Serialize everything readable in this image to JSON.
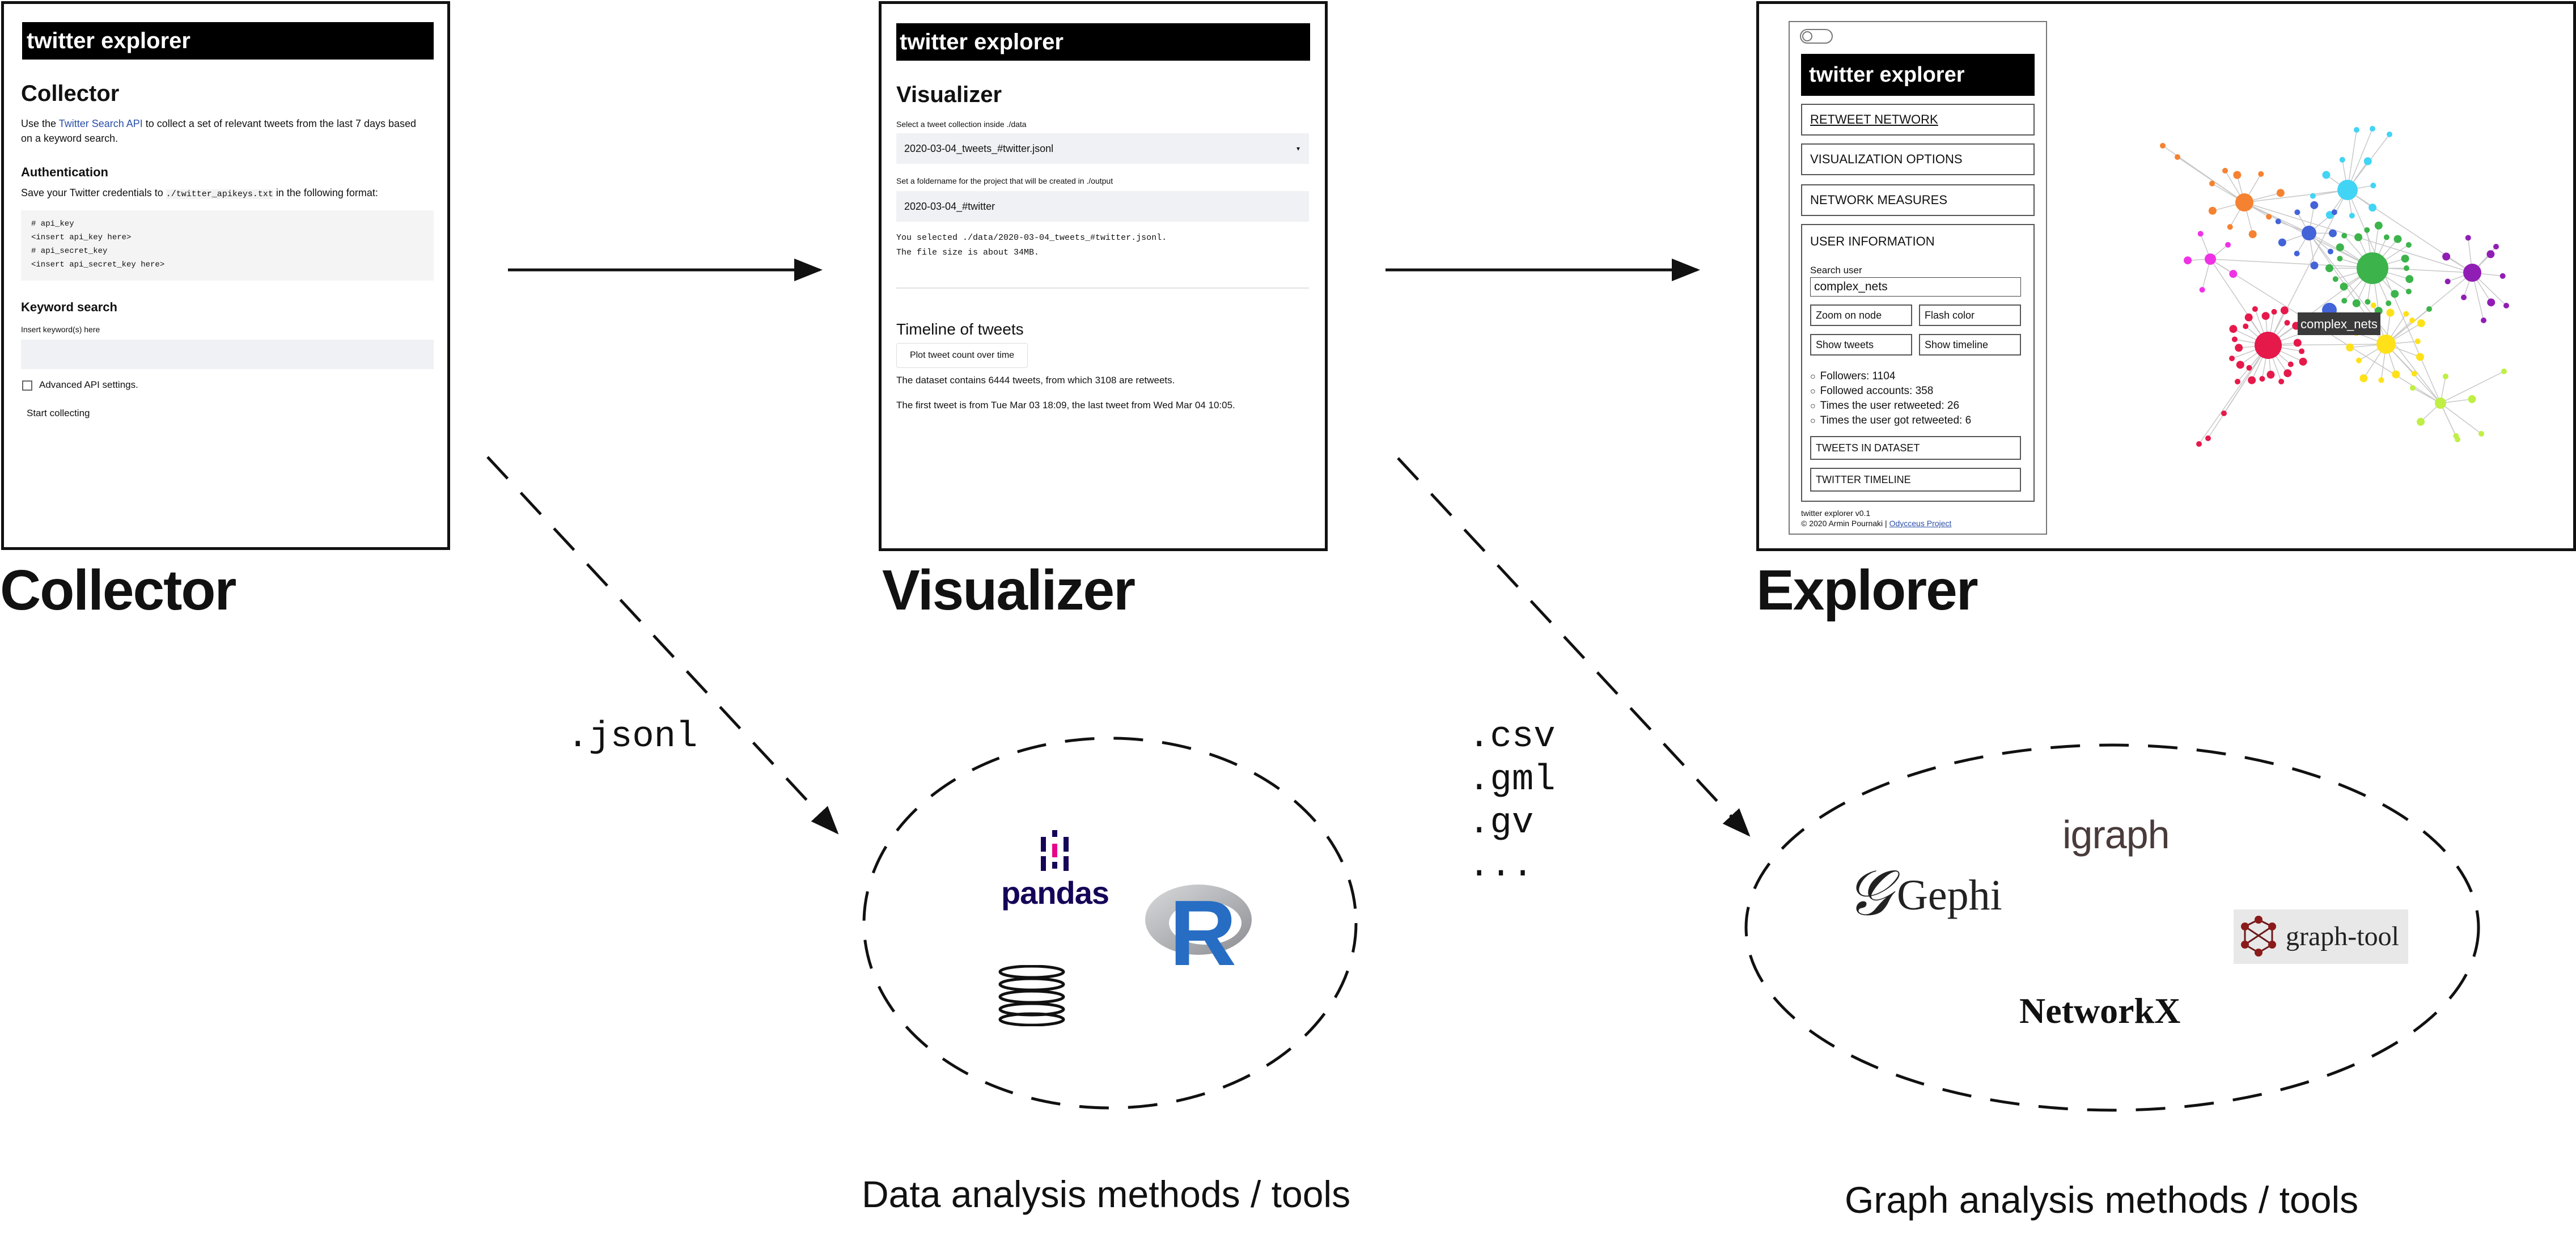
{
  "panels": {
    "collector": {
      "app_title": "twitter explorer",
      "heading": "Collector",
      "intro_prefix": "Use the ",
      "intro_link": "Twitter Search API",
      "intro_suffix": " to collect a set of relevant tweets from the last 7 days based on a keyword search.",
      "auth_heading": "Authentication",
      "auth_text_prefix": "Save your Twitter credentials to ",
      "auth_path": "./twitter_apikeys.txt",
      "auth_text_suffix": " in the following format:",
      "code_lines": [
        "# api_key",
        "<insert api_key here>",
        "# api_secret_key",
        "<insert api_secret_key here>"
      ],
      "keyword_heading": "Keyword search",
      "keyword_label": "Insert keyword(s) here",
      "advanced_label": "Advanced API settings.",
      "start_button": "Start collecting"
    },
    "visualizer": {
      "app_title": "twitter explorer",
      "heading": "Visualizer",
      "select_label": "Select a tweet collection inside ./data",
      "select_value": "2020-03-04_tweets_#twitter.jsonl",
      "folder_label": "Set a foldername for the project that will be created in ./output",
      "folder_value": "2020-03-04_#twitter",
      "selected_line1": "You selected ./data/2020-03-04_tweets_#twitter.jsonl.",
      "selected_line2": "The file size is about 34MB.",
      "timeline_heading": "Timeline of tweets",
      "plot_button": "Plot tweet count over time",
      "dataset_text": "The dataset contains 6444 tweets, from which 3108 are retweets.",
      "first_tweet_text": "The first tweet is from Tue Mar 03 18:09, the last tweet from Wed Mar 04 10:05."
    },
    "explorer": {
      "app_title": "twitter explorer",
      "retweet_network": "RETWEET NETWORK",
      "viz_options": "VISUALIZATION OPTIONS",
      "network_measures": "NETWORK MEASURES",
      "user_info": "USER INFORMATION",
      "search_label": "Search user",
      "search_value": "complex_nets",
      "zoom_button": "Zoom on node",
      "flash_button": "Flash color",
      "show_tweets_button": "Show tweets",
      "show_timeline_button": "Show timeline",
      "stats": [
        "Followers: 1104",
        "Followed accounts: 358",
        "Times the user retweeted: 26",
        "Times the user got retweeted: 6"
      ],
      "tweets_in_dataset": "TWEETS IN DATASET",
      "twitter_timeline": "TWITTER TIMELINE",
      "footer_version": "twitter explorer v0.1",
      "footer_copyright": "© 2020 Armin Pournaki | ",
      "footer_link": "Odycceus Project",
      "node_tooltip": "complex_nets"
    }
  },
  "labels": {
    "collector": "Collector",
    "visualizer": "Visualizer",
    "explorer": "Explorer"
  },
  "file_formats": {
    "left": ".jsonl",
    "right": ".csv\n.gml\n.gv\n..."
  },
  "tools": {
    "data_caption": "Data analysis methods / tools",
    "graph_caption": "Graph analysis methods / tools",
    "pandas": "pandas",
    "r": "R",
    "igraph": "igraph",
    "gephi": "Gephi",
    "graph_tool": "graph-tool",
    "networkx": "NetworkX"
  },
  "colors": {
    "green": "#3cb44b",
    "red": "#e6194b",
    "yellow": "#ffe119",
    "cyan": "#42d4f4",
    "orange": "#f58231",
    "purple": "#911eb4",
    "magenta": "#f032e6",
    "blue": "#4363d8",
    "lime": "#bfef45",
    "pandas_blue": "#150458",
    "r_blue": "#276dc3"
  }
}
